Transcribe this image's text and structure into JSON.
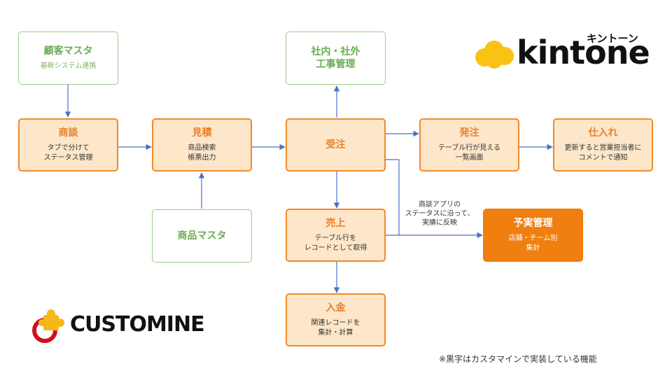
{
  "nodes": {
    "customer_master": {
      "title": "顧客マスタ",
      "sub": "基幹システム連携"
    },
    "negotiation": {
      "title": "商談",
      "sub": "タブで分けて\nステータス管理"
    },
    "estimate": {
      "title": "見積",
      "sub": "商品検索\n帳票出力"
    },
    "product_master": {
      "title": "商品マスタ"
    },
    "order_received": {
      "title": "受注"
    },
    "construction": {
      "title": "社内・社外\n工事管理"
    },
    "order_placed": {
      "title": "発注",
      "sub": "テーブル行が見える\n一覧画面"
    },
    "purchase": {
      "title": "仕入れ",
      "sub": "更新すると営業担当者に\nコメントで通知"
    },
    "sales": {
      "title": "売上",
      "sub": "テーブル行を\nレコードとして取得"
    },
    "payment": {
      "title": "入金",
      "sub": "関連レコードを\n集計・計算"
    },
    "budget": {
      "title": "予実管理",
      "sub": "店舗・チーム別\n集計"
    }
  },
  "annotation": "商談アプリの\nステータスに沿って、\n実績に反映",
  "footnote": "※黒字はカスタマインで実装している機能",
  "logos": {
    "kintone": {
      "word": "kintone",
      "kana": "キントーン"
    },
    "customine": {
      "word": "CUSTOMINE"
    }
  },
  "colors": {
    "accent": "#ef8a2b",
    "box_fill": "#fde6c9",
    "master_border": "#9ccb8c",
    "highlight": "#f07f0f",
    "arrow": "#4a72c4"
  }
}
